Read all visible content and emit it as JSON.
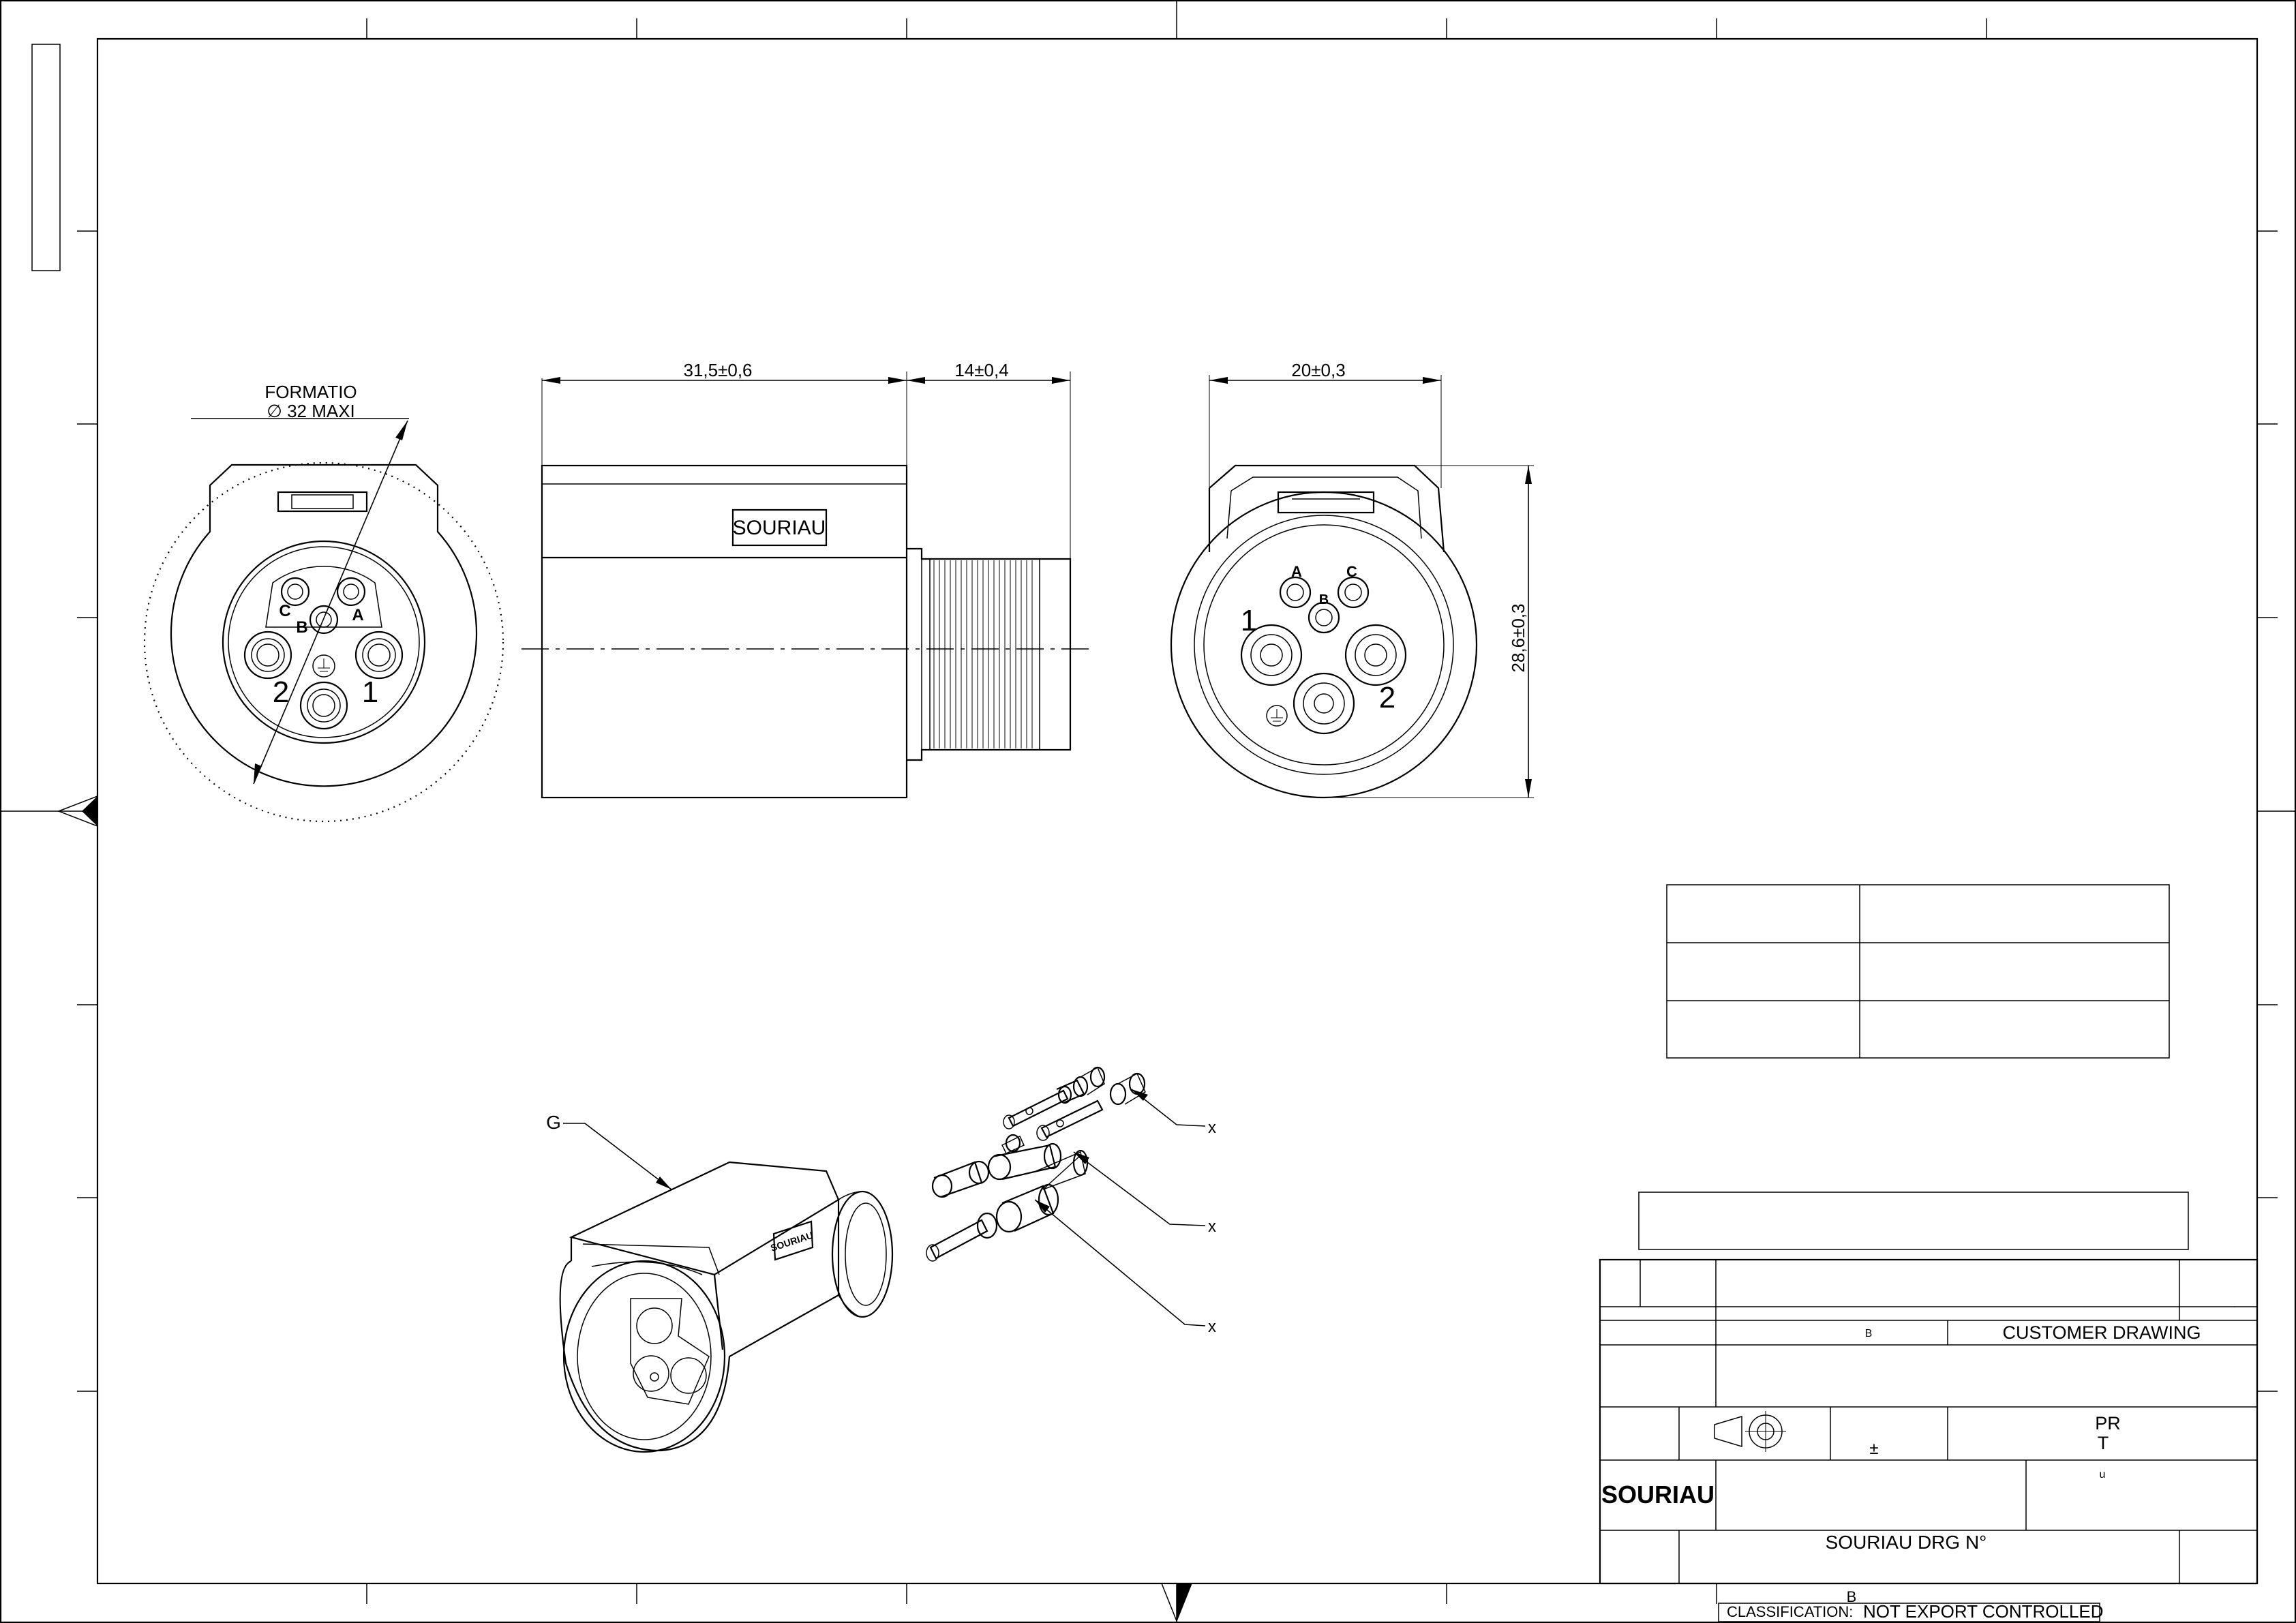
{
  "views": {
    "front": {
      "formation_label": "FORMATIO",
      "diameter_label": "∅ 32 MAXI",
      "contact_letters": [
        "C",
        "B",
        "A"
      ],
      "contact_numbers": [
        "2",
        "1"
      ]
    },
    "side": {
      "brand_label": "SOURIAU",
      "dim_body_length": "31,5±0,6",
      "dim_thread_length": "14±0,4"
    },
    "rear": {
      "dim_width": "20±0,3",
      "dim_height": "28,6±0,3",
      "contact_letters": [
        "A",
        "B",
        "C"
      ],
      "contact_numbers": [
        "1",
        "2"
      ]
    },
    "iso": {
      "housing_callout": "G",
      "brand_label": "SOURIAU",
      "contact_callouts": [
        "x",
        "x",
        "x"
      ]
    }
  },
  "title_block": {
    "small_mark_1": "B",
    "drawing_type": "CUSTOMER DRAWING",
    "tolerance_symbol": "±",
    "pr_label": "PR",
    "t_label": "T",
    "u_label": "u",
    "logo_text": "SOURIAU",
    "drawing_number_label": "SOURIAU DRG N°",
    "small_mark_2": "B",
    "classification_label": "CLASSIFICATION:",
    "classification_value": "NOT EXPORT CONTROLLED"
  },
  "colors": {
    "line": "#000000",
    "logo_blue": "#0a3a9a",
    "background": "#ffffff"
  }
}
